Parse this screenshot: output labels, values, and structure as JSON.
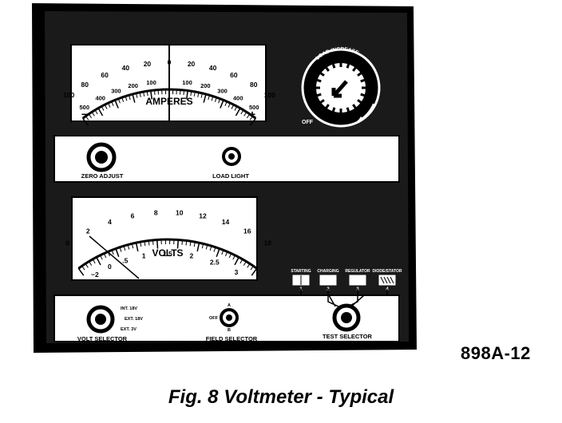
{
  "ammeter": {
    "title": "AMPERES",
    "minus": "−",
    "plus": "+",
    "outer_left": [
      "100",
      "80",
      "60",
      "40",
      "20"
    ],
    "outer_center": "0",
    "outer_right": [
      "20",
      "40",
      "60",
      "80",
      "100"
    ],
    "inner_left": [
      "500",
      "400",
      "300",
      "200",
      "100"
    ],
    "inner_right": [
      "100",
      "200",
      "300",
      "400",
      "500"
    ]
  },
  "voltmeter": {
    "title": "VOLTS",
    "outer_scale": [
      "0",
      "2",
      "4",
      "6",
      "8",
      "10",
      "12",
      "14",
      "16",
      "18"
    ],
    "inner_scale": [
      "−2",
      "0",
      ".5",
      "1",
      "1.5",
      "2",
      "2.5",
      "3"
    ]
  },
  "load_knob": {
    "label": "LOAD INCREASE",
    "off": "OFF"
  },
  "middle_panel": {
    "zero_adjust": "ZERO ADJUST",
    "load_light": "LOAD LIGHT"
  },
  "test_positions": [
    {
      "label": "STARTING",
      "number": "1"
    },
    {
      "label": "CHARGING",
      "number": "2"
    },
    {
      "label": "REGULATOR",
      "number": "3"
    },
    {
      "label": "DIODE/STATOR",
      "number": "4"
    }
  ],
  "bottom_panel": {
    "volt_selector": "VOLT SELECTOR",
    "volt_options": [
      "INT. 18V",
      "EXT. 18V",
      "EXT. 3V"
    ],
    "field_selector": "FIELD SELECTOR",
    "field_options": [
      "A",
      "OFF",
      "B"
    ],
    "test_selector": "TEST SELECTOR"
  },
  "figure_id": "898A-12",
  "caption": "Fig. 8 Voltmeter - Typical"
}
